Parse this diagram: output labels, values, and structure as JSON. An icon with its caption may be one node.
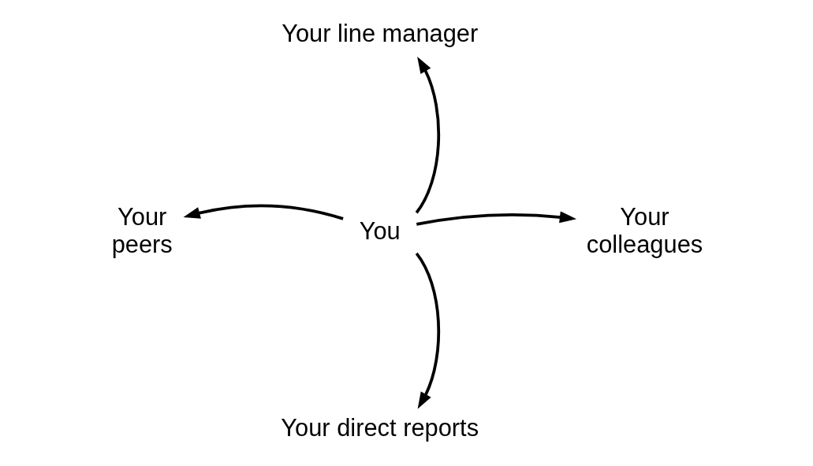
{
  "diagram": {
    "nodes": [
      {
        "text": [
          "Your line manager"
        ]
      },
      {
        "text": [
          "Your peers"
        ]
      },
      {
        "text": [
          "You"
        ]
      },
      {
        "text": [
          "Your colleagues"
        ]
      },
      {
        "text": [
          "Your direct reports"
        ]
      }
    ],
    "edges": [
      {
        "from": 2,
        "to": 0,
        "arrow": "to"
      },
      {
        "from": 2,
        "to": 1,
        "arrow": "to"
      },
      {
        "from": 2,
        "to": 3,
        "arrow": "to"
      },
      {
        "from": 2,
        "to": 4,
        "arrow": "to"
      }
    ]
  }
}
